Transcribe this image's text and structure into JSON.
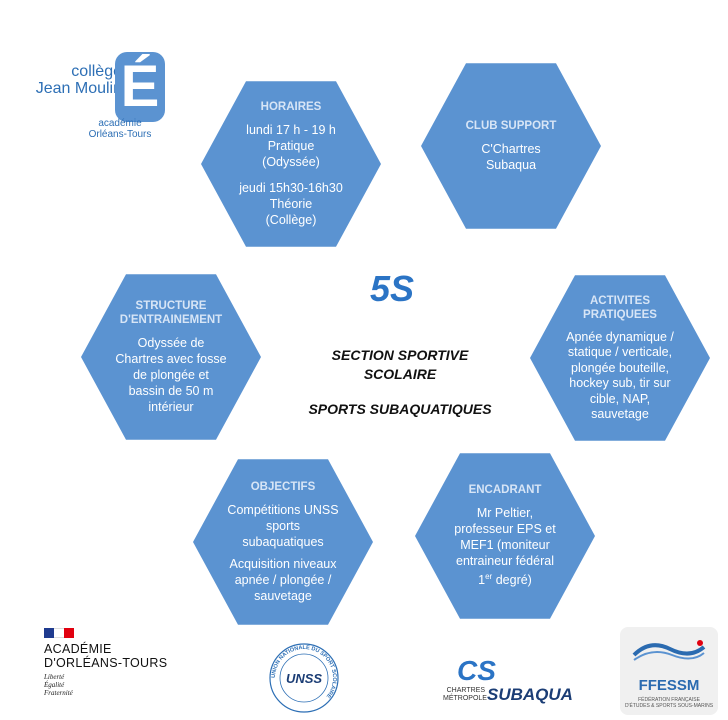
{
  "logo_college": {
    "name_line1": "collège",
    "name_line2": "Jean Moulin",
    "letter": "É",
    "academy_line1": "académie",
    "academy_line2": "Orléans-Tours"
  },
  "center": {
    "code": "5S",
    "title_line1": "SECTION SPORTIVE",
    "title_line2": "SCOLAIRE",
    "subtitle": "SPORTS SUBAQUATIQUES"
  },
  "hexagons": {
    "horaires": {
      "title": "HORAIRES",
      "lines_a": [
        "lundi 17 h - 19 h",
        "Pratique",
        "(Odyssée)"
      ],
      "lines_b": [
        "jeudi 15h30-16h30",
        "Théorie",
        "(Collège)"
      ]
    },
    "club": {
      "title": "CLUB SUPPORT",
      "lines": [
        "C'Chartres",
        "Subaqua"
      ]
    },
    "structure": {
      "title_line1": "STRUCTURE",
      "title_line2": "D'ENTRAINEMENT",
      "lines": [
        "Odyssée de",
        "Chartres avec fosse",
        "de plongée et",
        "bassin de 50 m",
        "intérieur"
      ]
    },
    "activites": {
      "title_line1": "ACTIVITES",
      "title_line2": "PRATIQUEES",
      "lines": [
        "Apnée dynamique /",
        "statique / verticale,",
        "plongée bouteille,",
        "hockey sub, tir sur",
        "cible, NAP,",
        "sauvetage"
      ]
    },
    "objectifs": {
      "title": "OBJECTIFS",
      "lines_a": [
        "Compétitions UNSS",
        "sports",
        "subaquatiques"
      ],
      "lines_b": [
        "Acquisition niveaux",
        "apnée / plongée /",
        "sauvetage"
      ]
    },
    "encadrant": {
      "title": "ENCADRANT",
      "lines": [
        "Mr Peltier,",
        "professeur EPS et",
        "MEF1 (moniteur",
        "entraineur fédéral"
      ],
      "degree_num": "1",
      "degree_sup": "er",
      "degree_rest": " degré)"
    }
  },
  "logos_bottom": {
    "academie": {
      "line1": "ACADÉMIE",
      "line2": "D'ORLÉANS-TOURS",
      "motto1": "Liberté",
      "motto2": "Égalité",
      "motto3": "Fraternité",
      "flag_colors": [
        "#1f3b8f",
        "#ffffff",
        "#e1000f"
      ]
    },
    "unss": {
      "center": "UNSS",
      "ring_text": "UNION NATIONALE DU SPORT SCOLAIRE"
    },
    "ccs": {
      "icon": "CS",
      "small_line1": "CHARTRES",
      "small_line2": "MÉTROPOLE",
      "big": "SUBAQUA"
    },
    "ffessm": {
      "name": "FFESSM",
      "sub_line1": "FÉDÉRATION FRANÇAISE",
      "sub_line2": "D'ÉTUDES & SPORTS SOUS-MARINS"
    }
  },
  "colors": {
    "hex_fill": "#5b93d1",
    "hex_title": "#d7e5f6",
    "accent": "#2b74c5"
  }
}
